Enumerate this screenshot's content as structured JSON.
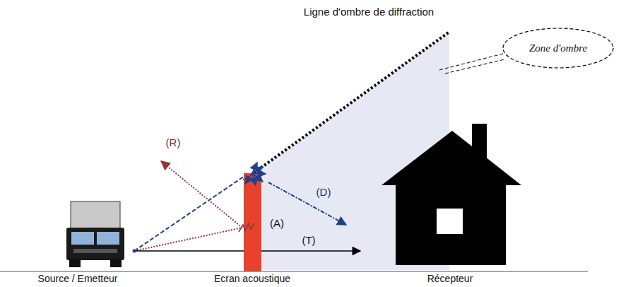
{
  "diagram": {
    "nodes": [
      {
        "text": [
          "Zone d'ombre"
        ]
      }
    ],
    "labels": [
      "Ligne d'ombre de diffraction",
      "(R)",
      "(D)",
      "(A)",
      "(T)",
      "Source / Emetteur",
      "Ecran acoustique",
      "Récepteur"
    ]
  }
}
